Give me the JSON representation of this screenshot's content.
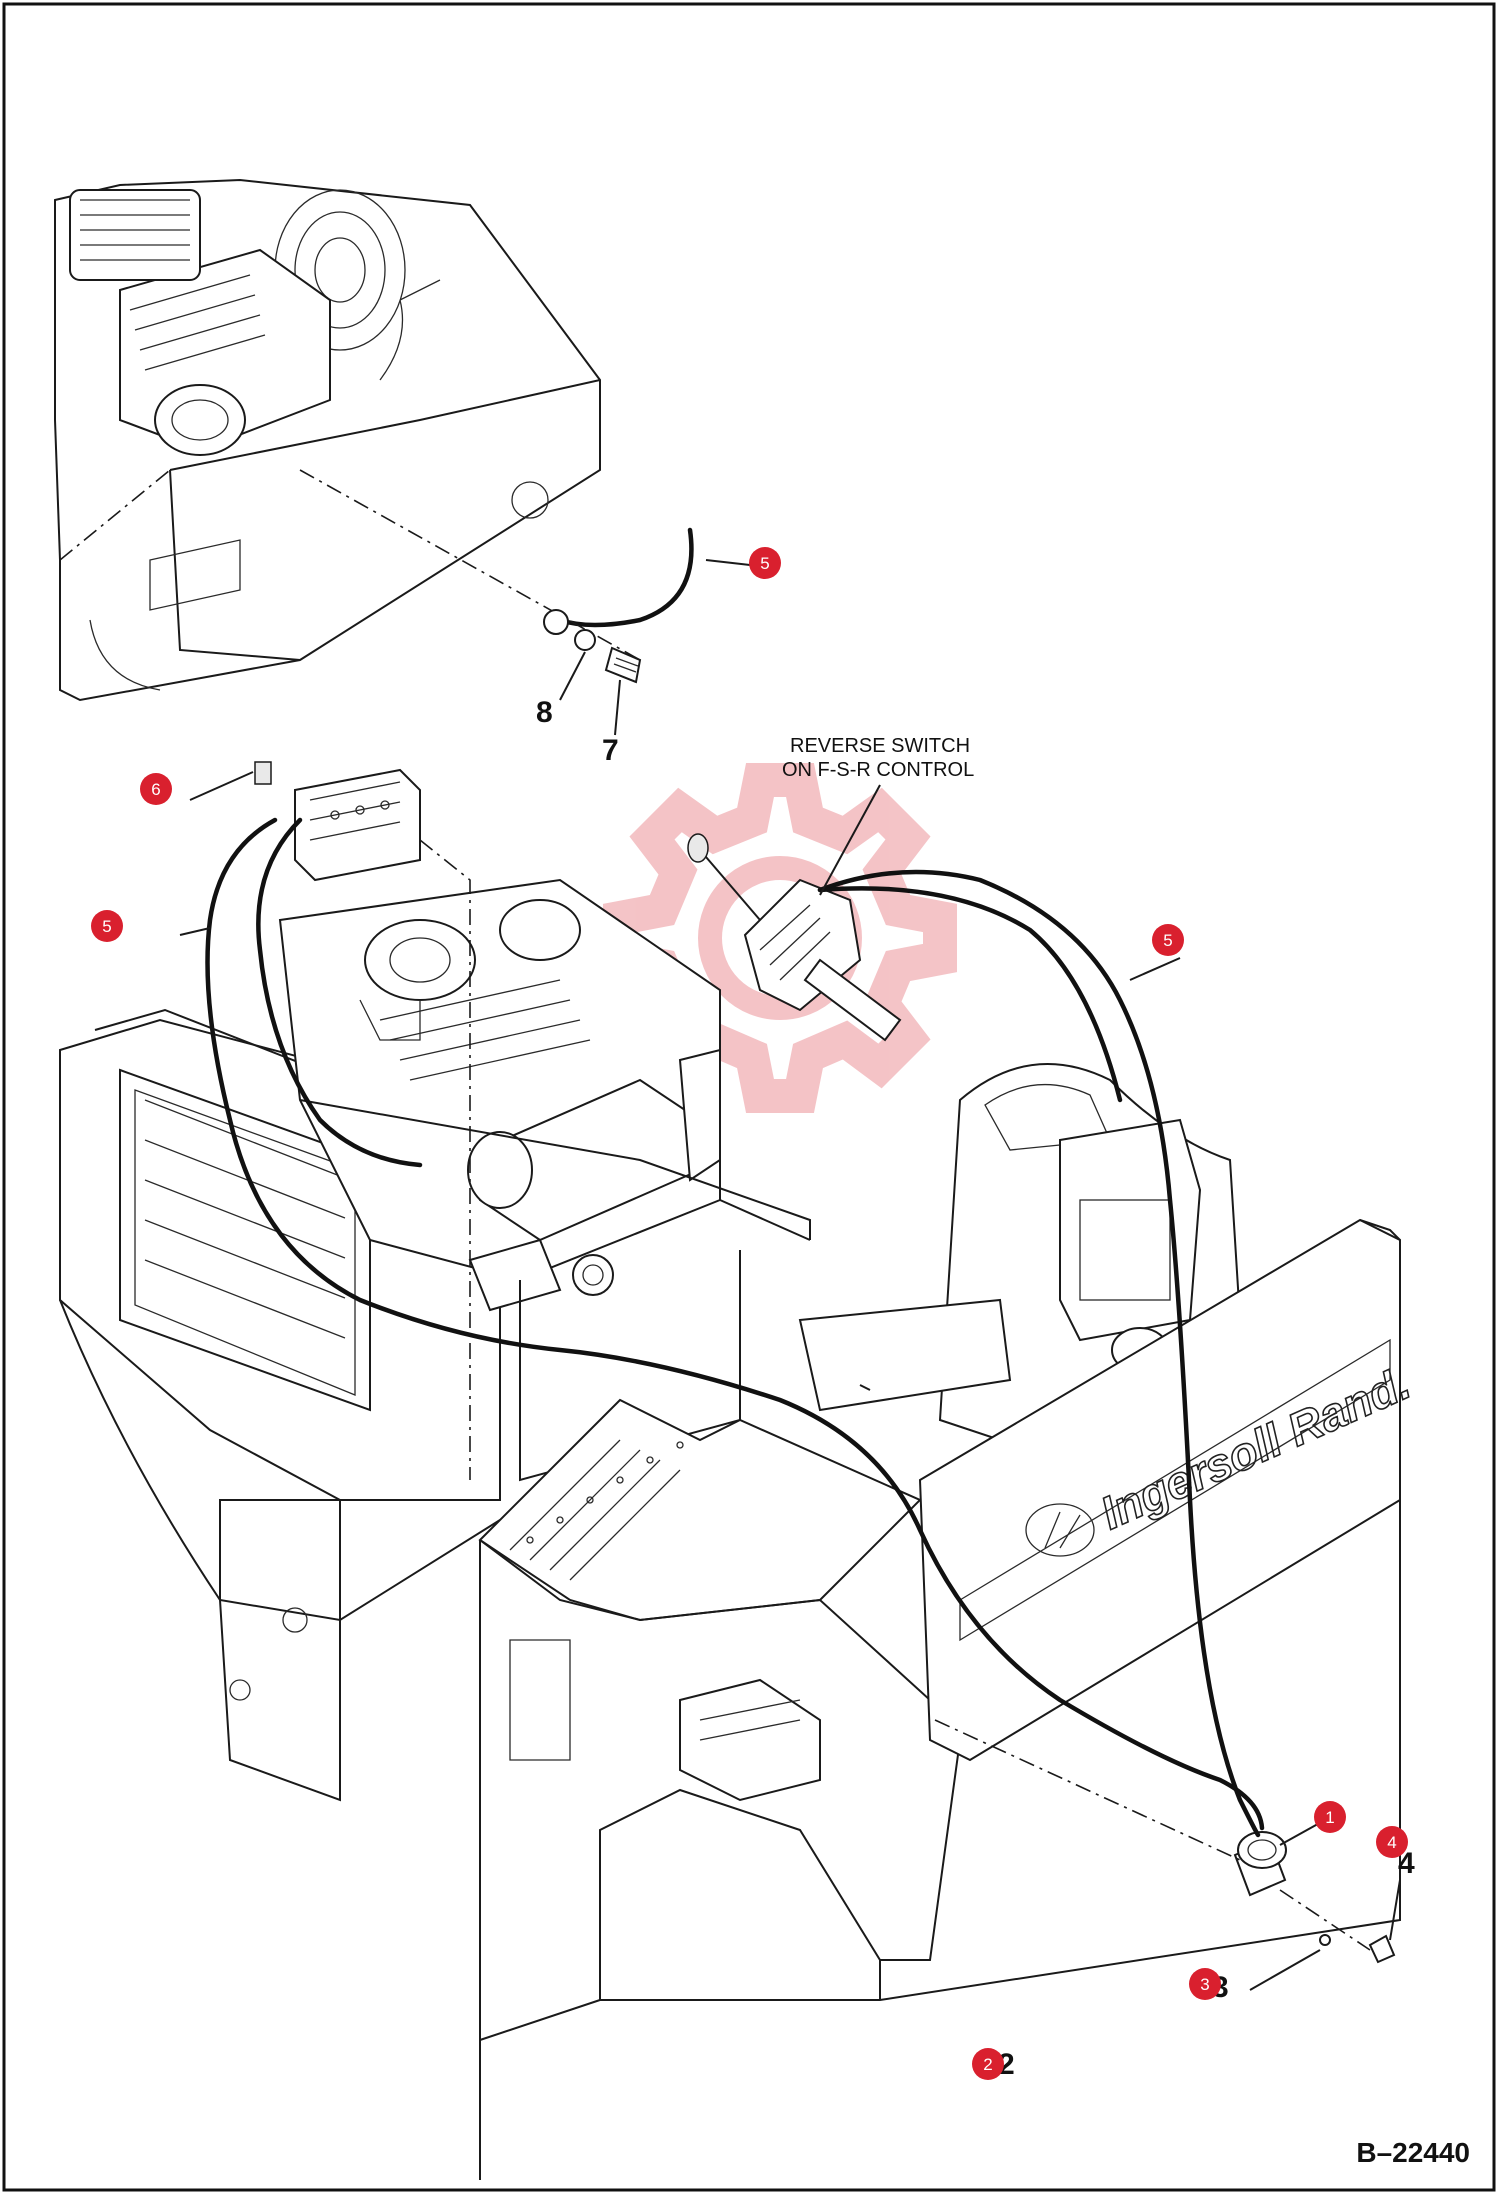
{
  "callouts": [
    {
      "id": "c1",
      "number": "1",
      "color": "#d9202e"
    },
    {
      "id": "c2",
      "number": "2",
      "color": "#d9202e"
    },
    {
      "id": "c3",
      "number": "3",
      "color": "#d9202e"
    },
    {
      "id": "c4",
      "number": "4",
      "color": "#d9202e"
    },
    {
      "id": "c5a",
      "number": "5",
      "color": "#d9202e"
    },
    {
      "id": "c5b",
      "number": "5",
      "color": "#d9202e"
    },
    {
      "id": "c5c",
      "number": "5",
      "color": "#d9202e"
    },
    {
      "id": "c6",
      "number": "6",
      "color": "#d9202e"
    }
  ],
  "part_numbers": {
    "p7": "7",
    "p8": "8",
    "p4": "4",
    "p3": "3",
    "p2": "2"
  },
  "labels": {
    "reverse_switch_line1": "REVERSE SWITCH",
    "reverse_switch_line2": "ON F-S-R CONTROL",
    "brand": "Ingersoll Rand.",
    "drawing_number": "B–22440"
  },
  "icons": {
    "watermark": "gear-logo-watermark",
    "brand_logo": "ir-logo-icon"
  },
  "colors": {
    "callout": "#d9202e",
    "line_art": "#1a1a1a",
    "watermark": "#f2b9bc"
  }
}
